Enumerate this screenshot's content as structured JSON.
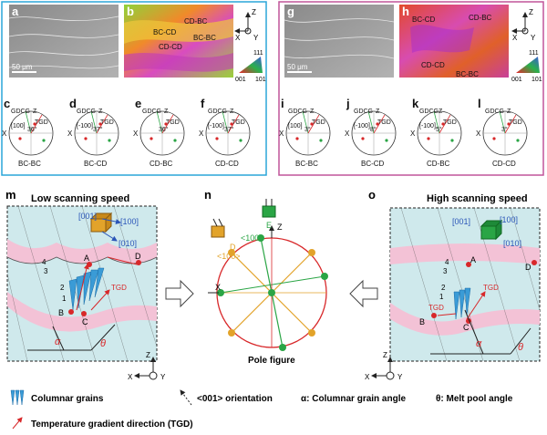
{
  "figure": {
    "panels_top_left": {
      "a": {
        "letter": "a",
        "scale": "50 μm"
      },
      "b": {
        "letter": "b",
        "labels": [
          "BC-CD",
          "CD-BC",
          "BC-BC",
          "CD-CD"
        ]
      },
      "axes": {
        "z": "Z",
        "x": "X",
        "y": "Y"
      },
      "ipf": {
        "top": "111",
        "left": "001",
        "right": "101"
      },
      "poles": [
        {
          "letter": "c",
          "caption": "BC-BC",
          "angle": "36°",
          "dir": "[100]",
          "gdcg": "GDCG",
          "tgd": "TGD",
          "z": "Z",
          "x": "X"
        },
        {
          "letter": "d",
          "caption": "BC-CD",
          "angle": "37°",
          "dir": "[-100]",
          "gdcg": "GDCG",
          "tgd": "TGD",
          "z": "Z",
          "x": "X"
        },
        {
          "letter": "e",
          "caption": "CD-BC",
          "angle": "36°",
          "dir": "",
          "gdcg": "GDCG",
          "tgd": "TGD",
          "z": "Z",
          "x": "X"
        },
        {
          "letter": "f",
          "caption": "CD-CD",
          "angle": "37°",
          "dir": "[-100]",
          "gdcg": "GDCG",
          "tgd": "TGD",
          "z": "Z",
          "x": "X"
        }
      ]
    },
    "panels_top_right": {
      "g": {
        "letter": "g",
        "scale": "50 μm"
      },
      "h": {
        "letter": "h",
        "labels": [
          "BC-CD",
          "CD-BC",
          "CD-CD",
          "BC-BC"
        ]
      },
      "axes": {
        "z": "Z",
        "x": "X",
        "y": "Y"
      },
      "ipf": {
        "top": "111",
        "left": "001",
        "right": "101"
      },
      "poles": [
        {
          "letter": "i",
          "caption": "BC-BC",
          "angle": "3°",
          "dir": "[100]",
          "gdcg": "GDCG",
          "tgd": "TGD",
          "z": "Z",
          "x": "X"
        },
        {
          "letter": "j",
          "caption": "BC-CD",
          "angle": "8°",
          "dir": "[-100]",
          "gdcg": "GDCG",
          "tgd": "TGD",
          "z": "Z",
          "x": "X"
        },
        {
          "letter": "k",
          "caption": "CD-BC",
          "angle": "5°",
          "dir": "[-100]",
          "gdcg": "GDCGZ",
          "tgd": "TGD",
          "z": "",
          "x": "X"
        },
        {
          "letter": "l",
          "caption": "CD-CD",
          "angle": "3°",
          "dir": "",
          "gdcg": "GDCG",
          "tgd": "TGD",
          "z": "Z",
          "x": "X"
        }
      ]
    },
    "panel_m": {
      "letter": "m",
      "title": "Low scanning speed",
      "cube": {
        "d001": "[001]",
        "d100": "[100]",
        "d010": "[010]"
      },
      "points": {
        "a": "A",
        "b": "B",
        "c": "C",
        "d": "D"
      },
      "steps": [
        "1",
        "2",
        "3",
        "4"
      ],
      "tgd": "TGD",
      "alpha": "α",
      "theta": "θ",
      "axes": {
        "z": "Z",
        "x": "X",
        "y": "Y"
      }
    },
    "panel_n": {
      "letter": "n",
      "e": "E",
      "d": "D",
      "green_dir": "<100>",
      "orange_dir": "<100>",
      "z": "Z",
      "x": "X",
      "caption": "Pole figure"
    },
    "panel_o": {
      "letter": "o",
      "title": "High scanning speed",
      "cube": {
        "d001": "[001]",
        "d100": "[100]",
        "d010": "[010]"
      },
      "points": {
        "a": "A",
        "b": "B",
        "c": "C",
        "d": "D"
      },
      "steps": [
        "1",
        "2",
        "3",
        "4"
      ],
      "tgd": "TGD",
      "alpha": "α",
      "theta": "θ",
      "axes": {
        "z": "Z",
        "x": "X",
        "y": "Y"
      }
    },
    "legend": {
      "columnar": "Columnar grains",
      "orientation": "<001> orientation",
      "alpha": "α: Columnar grain angle",
      "theta": "θ: Melt pool angle",
      "tgd": "Temperature gradient direction (TGD)"
    },
    "colors": {
      "frame_left": "#2aa5d8",
      "frame_right": "#c0559a",
      "pool_pink": "#f3c2d6",
      "substrate_cyan": "#cfe9ec",
      "grain_blue": "#3a9bd6",
      "tgd_red": "#d8282a",
      "pole_orange": "#e2a32a",
      "pole_green": "#2aa545",
      "dir_blue": "#2a55b8"
    }
  }
}
